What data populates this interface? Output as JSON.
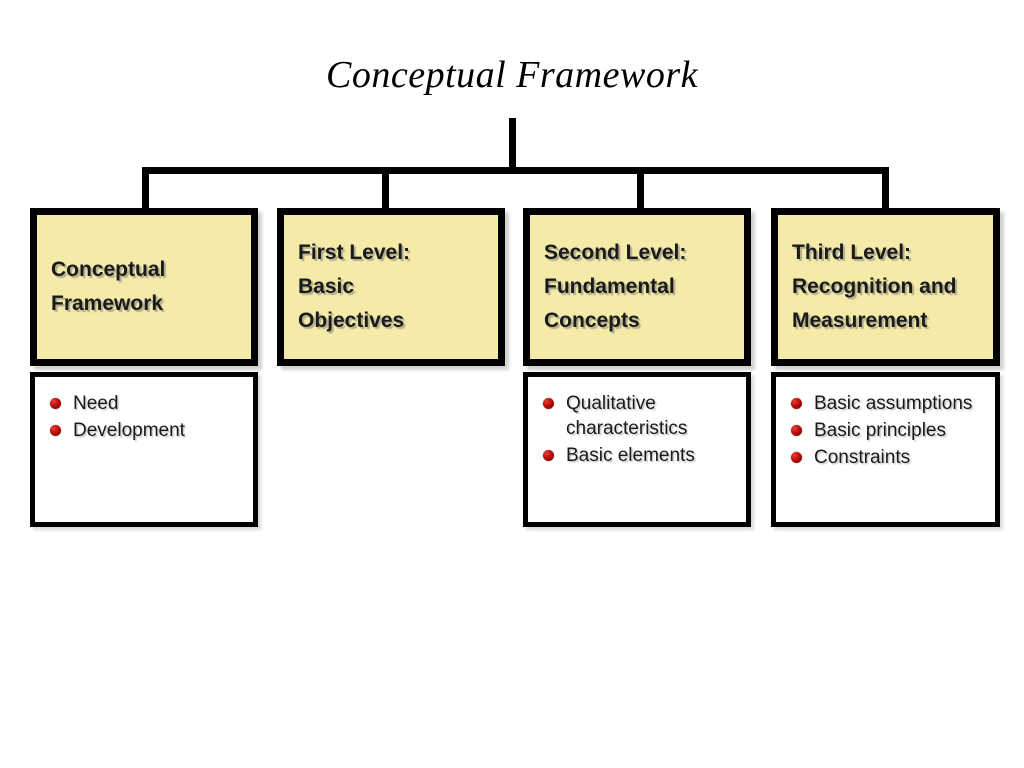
{
  "diagram": {
    "title": "Conceptual Framework",
    "columns": [
      {
        "id": "conceptual-framework",
        "header": "Conceptual\nFramework",
        "bullets": [
          "Need",
          "Development"
        ],
        "has_list_box": true
      },
      {
        "id": "first-level",
        "header": "First Level:\nBasic\nObjectives",
        "bullets": [],
        "has_list_box": false
      },
      {
        "id": "second-level",
        "header": "Second Level:\nFundamental\nConcepts",
        "bullets": [
          "Qualitative characteristics",
          "Basic elements"
        ],
        "has_list_box": true
      },
      {
        "id": "third-level",
        "header": "Third Level:\nRecognition and\nMeasurement",
        "bullets": [
          "Basic assumptions",
          "Basic principles",
          "Constraints"
        ],
        "has_list_box": true
      }
    ],
    "colors": {
      "header_fill": "#F5EBA8",
      "border": "#000000",
      "bullet": "#C10D0D",
      "background": "#FFFFFF",
      "text": "#1A1A1A"
    }
  }
}
